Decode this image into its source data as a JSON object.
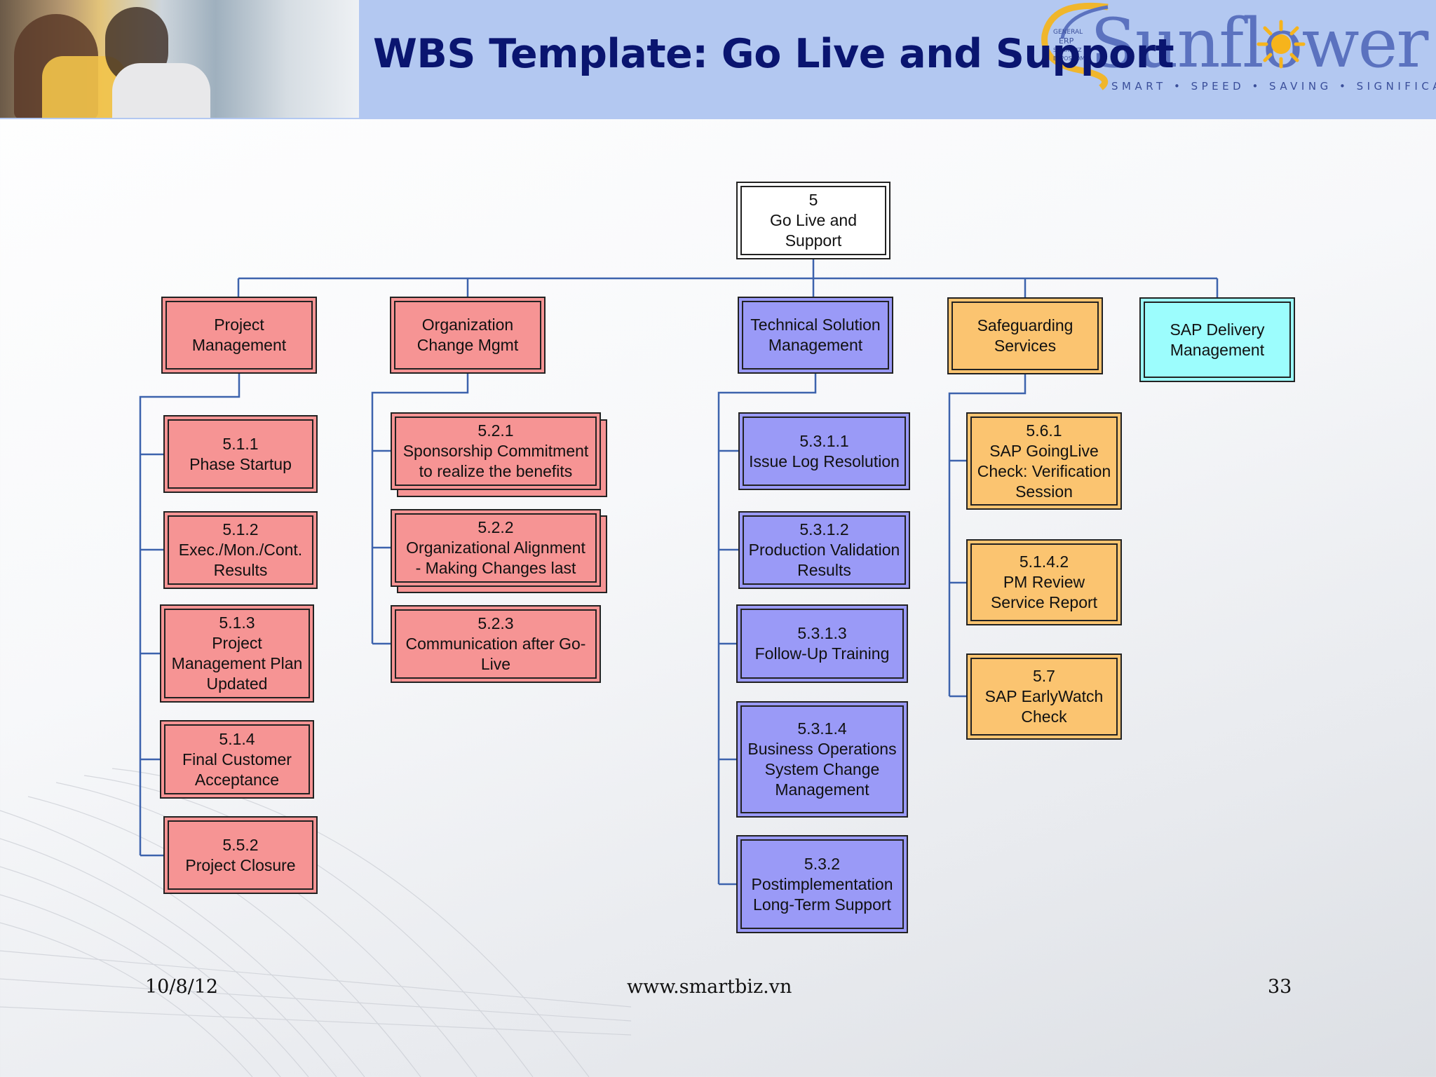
{
  "header": {
    "title": "WBS Template:  Go Live and Support",
    "logo_text": "Sunflower",
    "logo_tagline": "SMART • SPEED • SAVING • SIGNIFICANT",
    "logo_small_text": [
      "GENERAL",
      "ERP",
      "SMARTBIZ",
      "BI POSCOM"
    ]
  },
  "colors": {
    "header_bg": "#b3c8f1",
    "title": "#0a1570",
    "red_box": "#f69494",
    "blue_box": "#9a9af7",
    "orange_box": "#fbc470",
    "cyan_box": "#9cfdfd",
    "connector": "#3d63ad"
  },
  "wbs": {
    "root": "5\nGo Live and\nSupport",
    "branches": [
      {
        "label": "Project\nManagement",
        "color": "red",
        "items": [
          "5.1.1\nPhase Startup",
          "5.1.2\nExec./Mon./Cont.\nResults",
          "5.1.3\nProject\nManagement Plan\nUpdated",
          "5.1.4\nFinal Customer\nAcceptance",
          "5.5.2\nProject Closure"
        ]
      },
      {
        "label": "Organization\nChange Mgmt",
        "color": "red",
        "items": [
          "5.2.1\nSponsorship Commitment\nto realize the benefits",
          "5.2.2\nOrganizational Alignment\n- Making Changes last",
          "5.2.3\nCommunication after Go-\nLive"
        ]
      },
      {
        "label": "Technical Solution\nManagement",
        "color": "blue",
        "items": [
          "5.3.1.1\nIssue Log Resolution",
          "5.3.1.2\nProduction Validation\nResults",
          "5.3.1.3\nFollow-Up Training",
          "5.3.1.4\nBusiness Operations\nSystem Change\nManagement",
          "5.3.2\nPostimplementation\nLong-Term Support"
        ]
      },
      {
        "label": "Safeguarding\nServices",
        "color": "orange",
        "items": [
          "5.6.1\nSAP GoingLive\nCheck: Verification\nSession",
          "5.1.4.2\nPM Review\nService Report",
          "5.7\nSAP EarlyWatch\nCheck"
        ]
      },
      {
        "label": "SAP Delivery\nManagement",
        "color": "cyan",
        "items": []
      }
    ]
  },
  "footer": {
    "date": "10/8/12",
    "url": "www.smartbiz.vn",
    "page": "33"
  }
}
